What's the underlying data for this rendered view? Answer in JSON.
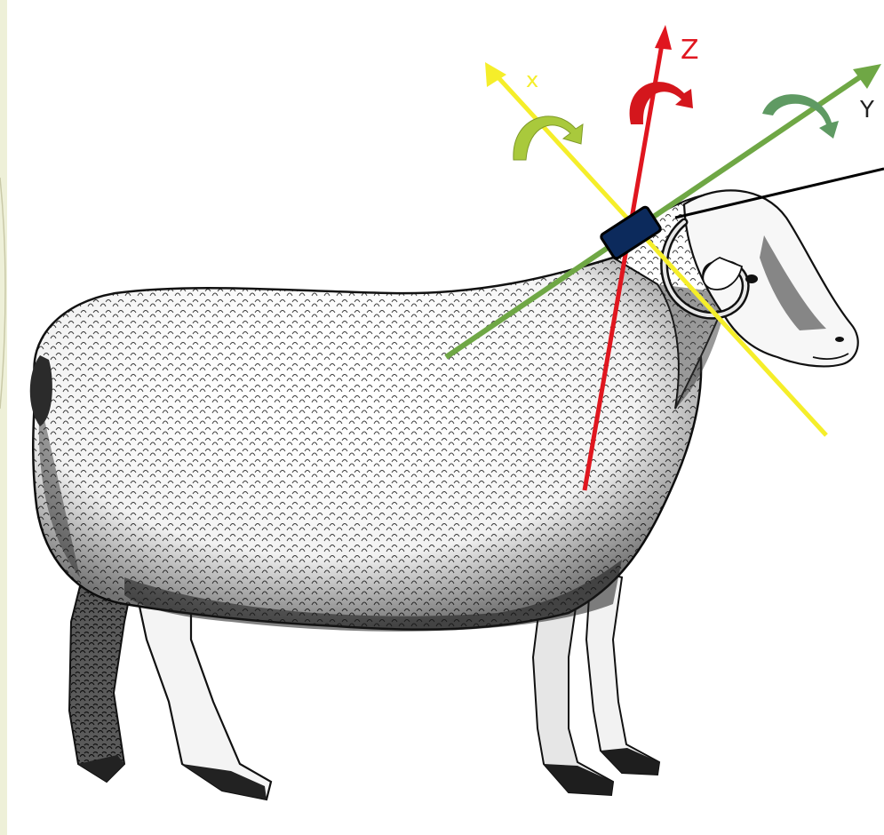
{
  "axes": {
    "x": {
      "label": "x",
      "color": "#f5ee2a"
    },
    "y": {
      "label": "Y",
      "color": "#6fa745"
    },
    "z": {
      "label": "Z",
      "color": "#e0161f"
    }
  },
  "rotation_arrows": {
    "x_color": "#a9c93c",
    "y_color": "#5f9a63",
    "z_color": "#d4161c"
  },
  "sensor": {
    "fill": "#0c2a5c",
    "stroke": "#000000"
  },
  "leader_line": {
    "color": "#000000"
  },
  "page": {
    "background": "#ffffff",
    "left_border_color": "#eef0d8"
  },
  "subject": {
    "icon": "sheep-illustration"
  }
}
